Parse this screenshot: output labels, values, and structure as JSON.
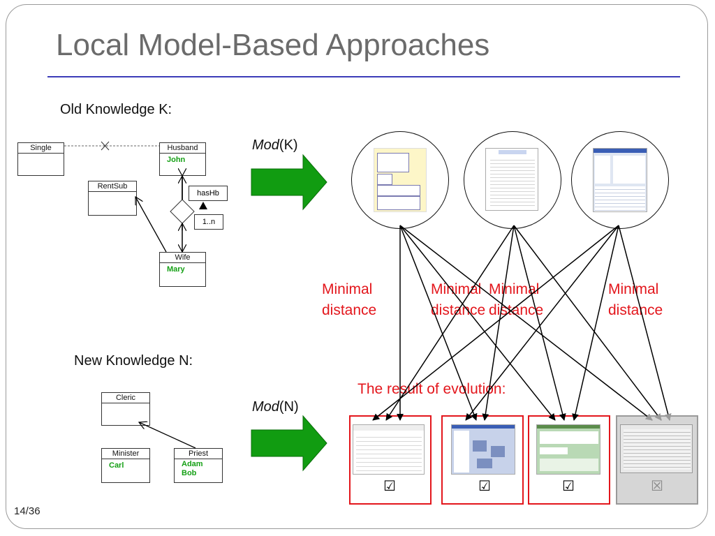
{
  "slide": {
    "title": "Local Model-Based Approaches",
    "page_number": "14/36",
    "old_knowledge_label": "Old Knowledge K:",
    "new_knowledge_label": "New Knowledge N:",
    "mod_k": {
      "italic": "Mod",
      "arg": "(K)"
    },
    "mod_n": {
      "italic": "Mod",
      "arg": "(N)"
    },
    "result_label": "The result of evolution:",
    "minimal_distance": [
      {
        "line1": "Minimal",
        "line2": "distance"
      },
      {
        "line1": "Minimal",
        "line2": "distance"
      },
      {
        "line1": "Minimal",
        "line2": "distance"
      },
      {
        "line1": "Minimal",
        "line2": "distance"
      }
    ]
  },
  "old_diagram": {
    "single": "Single",
    "husband": "Husband",
    "husband_instance": "John",
    "rentsub": "RentSub",
    "hashb": "hasHb",
    "multiplicity": "1..n",
    "wife": "Wife",
    "wife_instance": "Mary"
  },
  "new_diagram": {
    "cleric": "Cleric",
    "minister": "Minister",
    "minister_instance": "Carl",
    "priest": "Priest",
    "priest_instances": [
      "Adam",
      "Bob"
    ]
  },
  "results": {
    "checks": [
      "☑",
      "☑",
      "☑"
    ],
    "rejected": "☒"
  },
  "colors": {
    "title": "#6b6b6b",
    "rule": "#3b3bb8",
    "arrow_green": "#119c11",
    "red": "#e3161c",
    "instance_green": "#15a015"
  }
}
